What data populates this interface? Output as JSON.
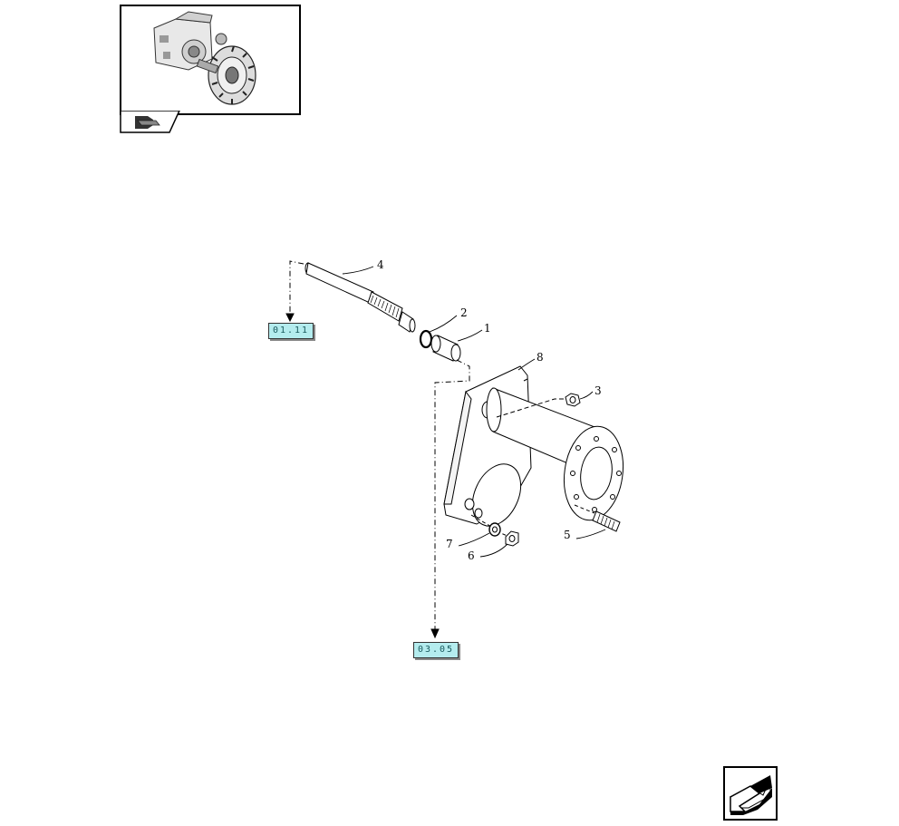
{
  "thumbnail": {
    "icon": "assembly-thumbnail-icon",
    "tab_icon": "book-page-icon"
  },
  "references": [
    {
      "label": "01.11"
    },
    {
      "label": "03.05"
    }
  ],
  "callouts": [
    "1",
    "2",
    "3",
    "4",
    "5",
    "6",
    "7",
    "8"
  ],
  "navigation": {
    "icon": "previous-page-arrow-icon"
  },
  "colors": {
    "badge_fill": "#b4ecee",
    "line": "#000000"
  }
}
